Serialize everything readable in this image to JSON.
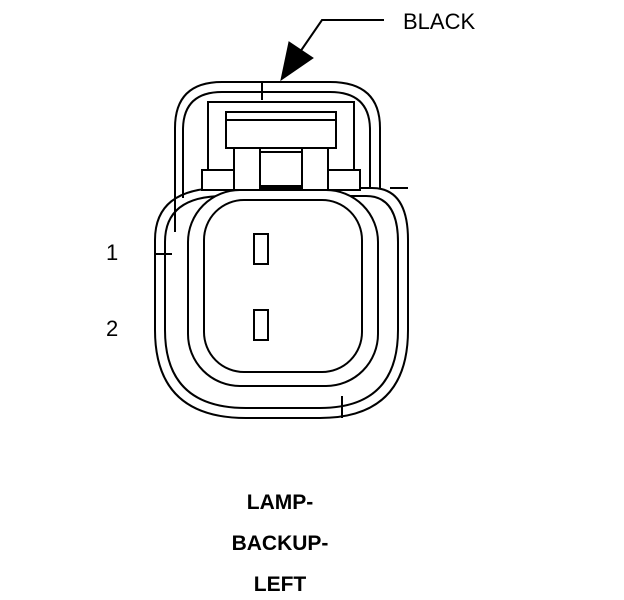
{
  "connector": {
    "color_label": "BLACK",
    "pins": [
      {
        "label": "1"
      },
      {
        "label": "2"
      }
    ],
    "title_lines": [
      "LAMP-",
      "BACKUP-",
      "LEFT"
    ]
  },
  "colors": {
    "line": "#000000",
    "background": "#ffffff"
  }
}
